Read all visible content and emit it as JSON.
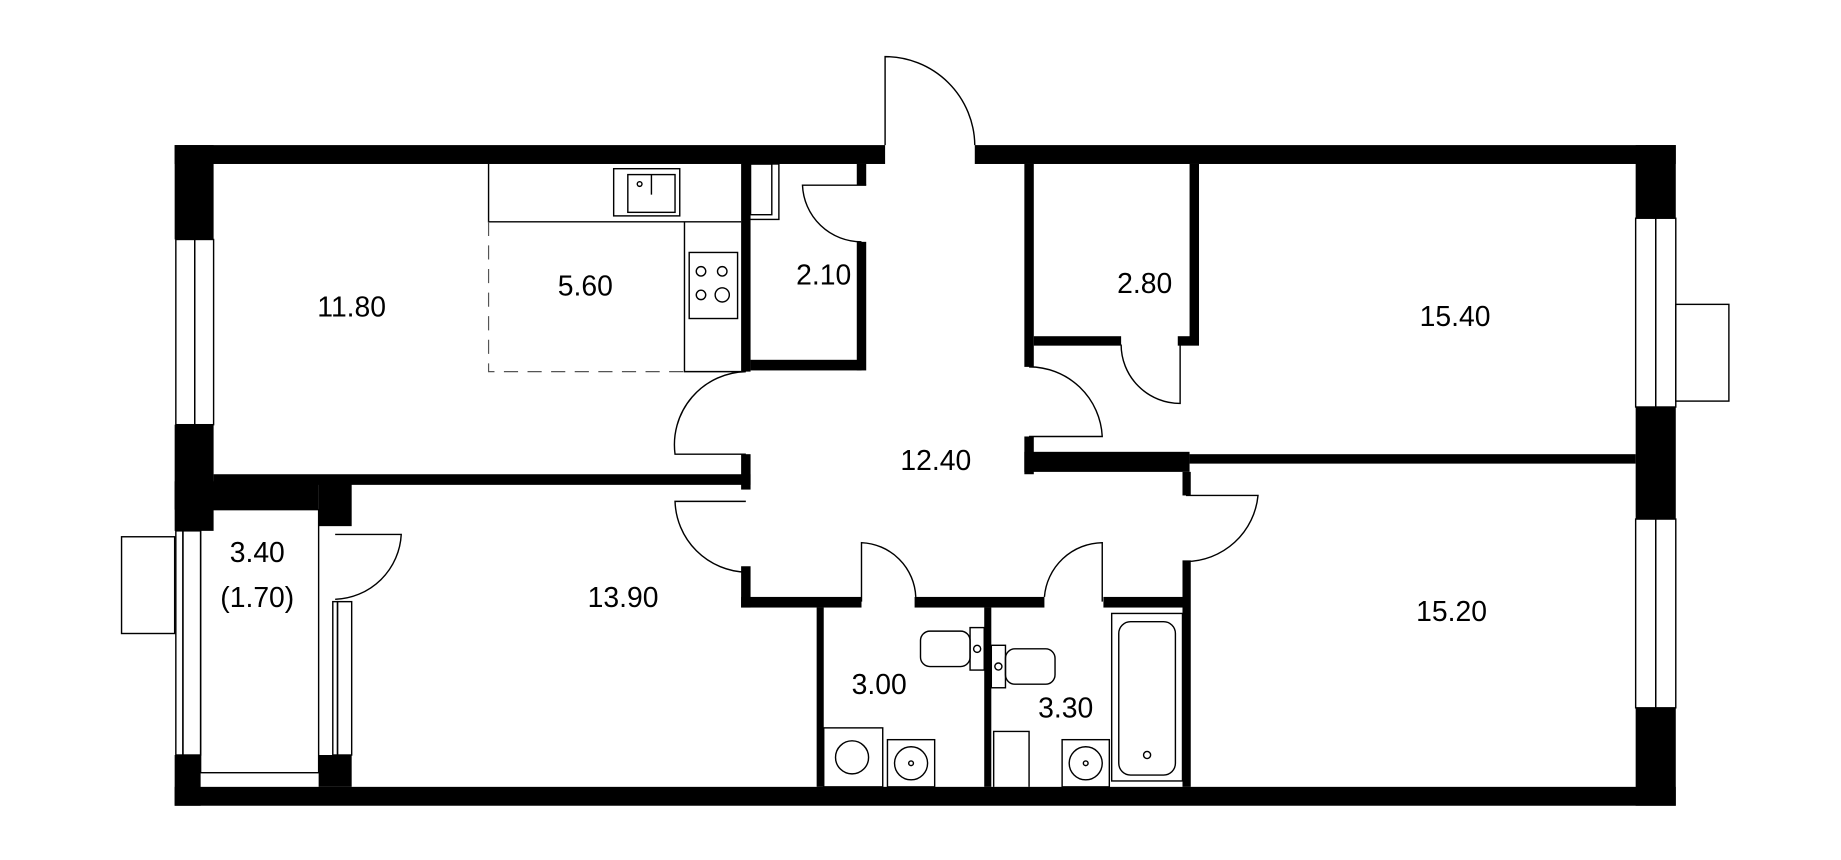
{
  "plan": {
    "wall_color": "#000000",
    "rooms": [
      {
        "id": "living",
        "area": "11.80"
      },
      {
        "id": "kitchen",
        "area": "5.60"
      },
      {
        "id": "storage-1",
        "area": "2.10"
      },
      {
        "id": "storage-2",
        "area": "2.80"
      },
      {
        "id": "bedroom-1",
        "area": "15.40"
      },
      {
        "id": "hallway",
        "area": "12.40"
      },
      {
        "id": "balcony",
        "area": "3.40",
        "sub": "(1.70)"
      },
      {
        "id": "bedroom-2",
        "area": "13.90"
      },
      {
        "id": "toilet",
        "area": "3.00"
      },
      {
        "id": "bathroom",
        "area": "3.30"
      },
      {
        "id": "bedroom-3",
        "area": "15.20"
      }
    ]
  }
}
